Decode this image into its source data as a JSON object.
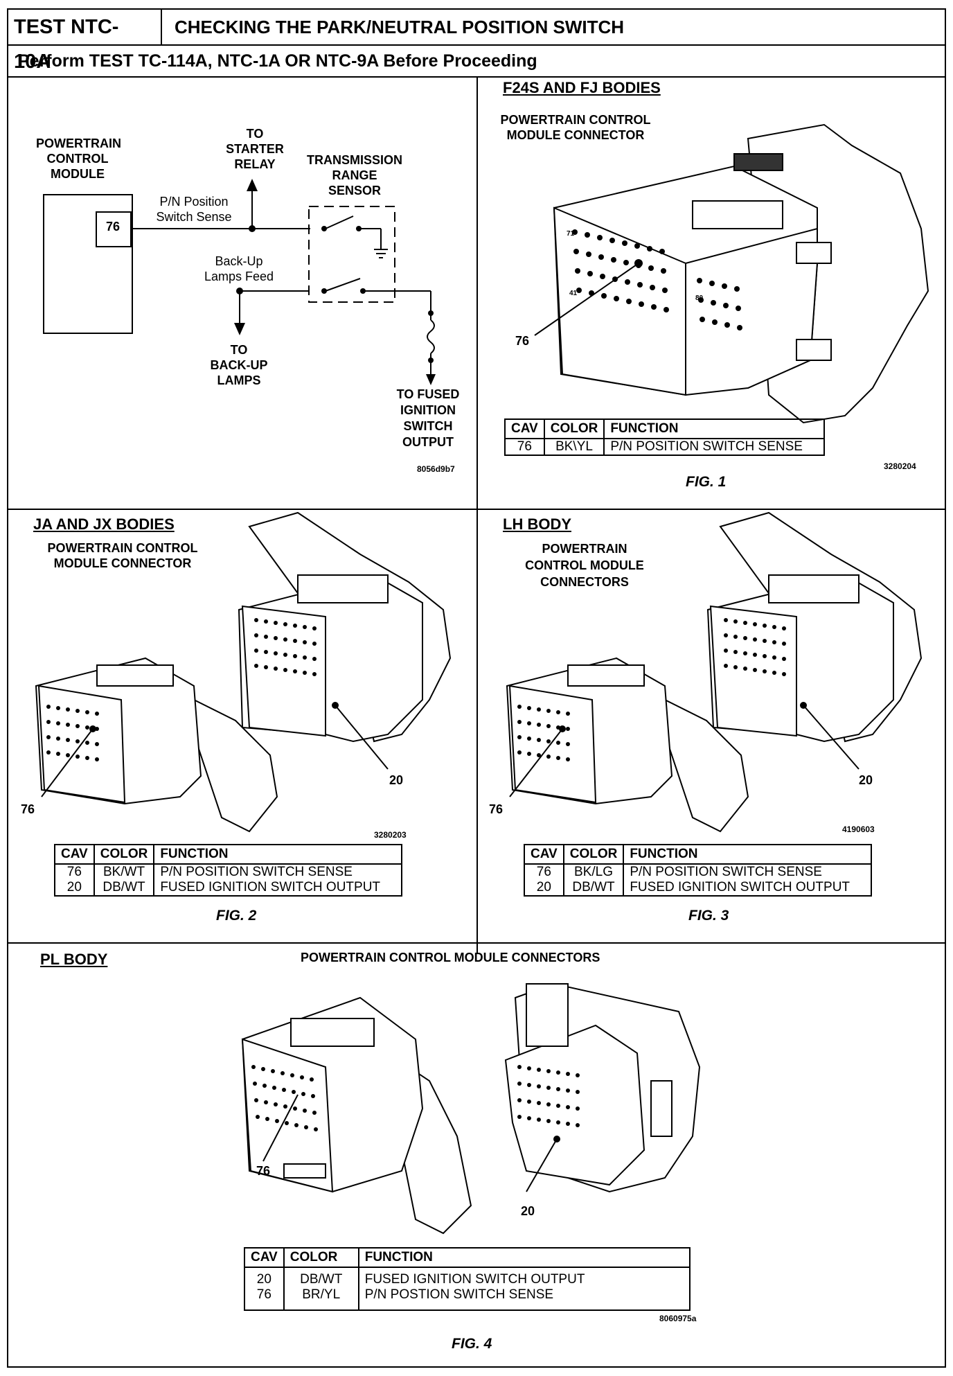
{
  "header": {
    "test_id": "TEST NTC-10A",
    "title": "CHECKING THE PARK/NEUTRAL POSITION SWITCH",
    "subtitle": "Perform TEST TC-114A, NTC-1A OR NTC-9A Before Proceeding"
  },
  "schematic": {
    "pcm_label_1": "POWERTRAIN",
    "pcm_label_2": "CONTROL",
    "pcm_label_3": "MODULE",
    "pin": "76",
    "wire1_label_1": "P/N Position",
    "wire1_label_2": "Switch Sense",
    "starter_1": "TO",
    "starter_2": "STARTER",
    "starter_3": "RELAY",
    "trs_1": "TRANSMISSION",
    "trs_2": "RANGE",
    "trs_3": "SENSOR",
    "wire2_label_1": "Back-Up",
    "wire2_label_2": "Lamps Feed",
    "backup_1": "TO",
    "backup_2": "BACK-UP",
    "backup_3": "LAMPS",
    "fused_1": "TO FUSED",
    "fused_2": "IGNITION",
    "fused_3": "SWITCH",
    "fused_4": "OUTPUT",
    "code": "8056d9b7"
  },
  "fig1": {
    "heading": "F24S AND FJ BODIES",
    "sub_1": "POWERTRAIN CONTROL",
    "sub_2": "MODULE CONNECTOR",
    "callout": "76",
    "pin_71": "71",
    "pin_41": "41",
    "pin_80": "80",
    "code": "3280204",
    "caption": "FIG. 1",
    "table": {
      "headers": [
        "CAV",
        "COLOR",
        "FUNCTION"
      ],
      "rows": [
        [
          "76",
          "BK\\YL",
          "P/N POSITION SWITCH SENSE"
        ]
      ]
    }
  },
  "fig2": {
    "heading": "JA AND JX BODIES",
    "sub_1": "POWERTRAIN CONTROL",
    "sub_2": "MODULE CONNECTOR",
    "callout_a": "76",
    "callout_b": "20",
    "code": "3280203",
    "caption": "FIG. 2",
    "table": {
      "headers": [
        "CAV",
        "COLOR",
        "FUNCTION"
      ],
      "rows": [
        [
          "76",
          "BK/WT",
          "P/N POSITION SWITCH SENSE"
        ],
        [
          "20",
          "DB/WT",
          "FUSED IGNITION SWITCH OUTPUT"
        ]
      ]
    }
  },
  "fig3": {
    "heading": "LH BODY",
    "sub_1": "POWERTRAIN",
    "sub_2": "CONTROL MODULE",
    "sub_3": "CONNECTORS",
    "callout_a": "76",
    "callout_b": "20",
    "code": "4190603",
    "caption": "FIG. 3",
    "table": {
      "headers": [
        "CAV",
        "COLOR",
        "FUNCTION"
      ],
      "rows": [
        [
          "76",
          "BK/LG",
          "P/N POSITION SWITCH SENSE"
        ],
        [
          "20",
          "DB/WT",
          "FUSED IGNITION SWITCH OUTPUT"
        ]
      ]
    }
  },
  "fig4": {
    "heading": "PL BODY",
    "sub": "POWERTRAIN CONTROL MODULE CONNECTORS",
    "callout_a": "76",
    "callout_b": "20",
    "code": "8060975a",
    "caption": "FIG. 4",
    "table": {
      "headers": [
        "CAV",
        "COLOR",
        "FUNCTION"
      ],
      "rows": [
        [
          "20",
          "DB/WT",
          "FUSED IGNITION SWITCH OUTPUT"
        ],
        [
          "76",
          "BR/YL",
          "P/N POSTION SWITCH SENSE"
        ]
      ]
    }
  }
}
